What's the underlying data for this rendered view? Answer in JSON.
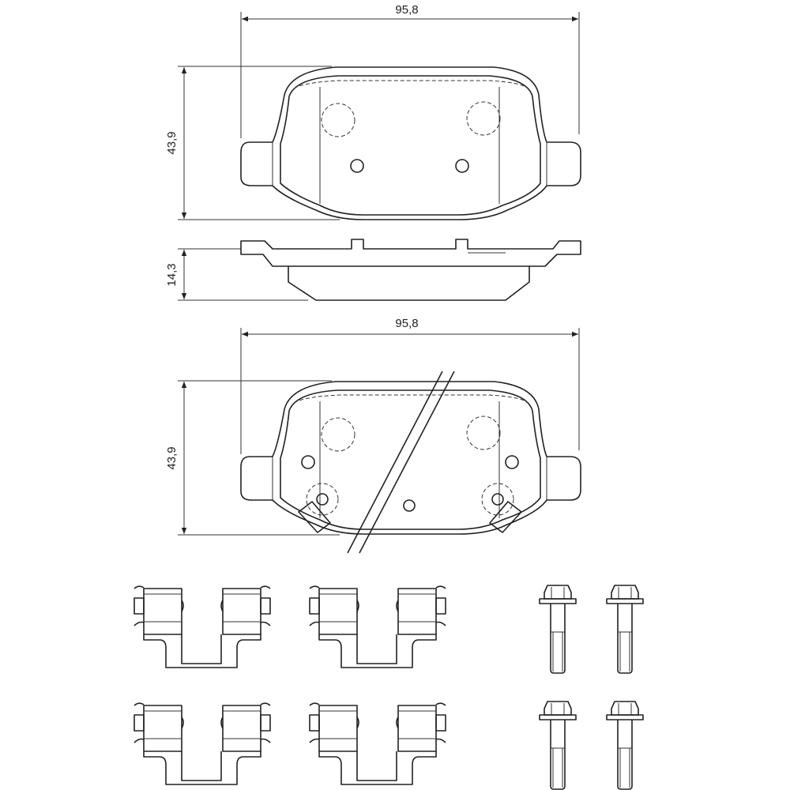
{
  "dimensions": {
    "top_width": "95,8",
    "top_height": "43,9",
    "thickness": "14,3",
    "bottom_width": "95,8",
    "bottom_height": "43,9"
  },
  "colors": {
    "line": "#222222",
    "background": "#ffffff"
  },
  "parts": {
    "pads": 2,
    "clips": 4,
    "bolts": 4
  }
}
